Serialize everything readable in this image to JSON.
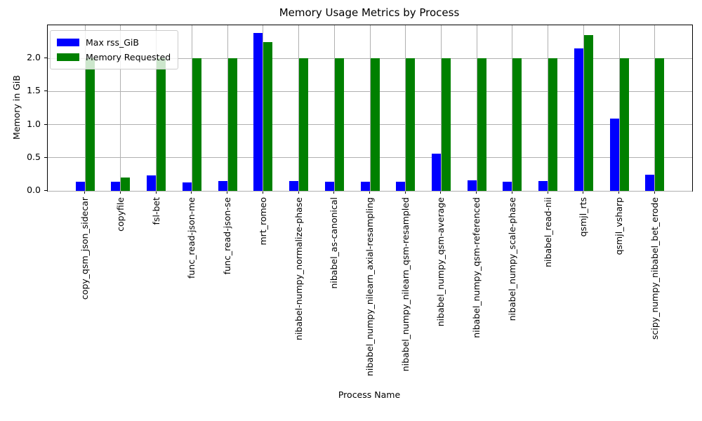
{
  "chart_data": {
    "type": "bar",
    "title": "Memory Usage Metrics by Process",
    "xlabel": "Process Name",
    "ylabel": "Memory in GiB",
    "ylim": [
      0,
      2.5
    ],
    "yticks": [
      0,
      0.5,
      1.0,
      1.5,
      2.0
    ],
    "grid": true,
    "legend_position": "upper-left",
    "grid_color": "#b0b0b0",
    "categories": [
      "copy_qsm_json_sidecar",
      "copyfile",
      "fsl-bet",
      "func_read-json-me",
      "func_read-json-se",
      "mrt_romeo",
      "nibabel-numpy_normalize-phase",
      "nibabel_as-canonical",
      "nibabel_numpy_nilearn_axial-resampling",
      "nibabel_numpy_nilearn_qsm-resampled",
      "nibabel_numpy_qsm-average",
      "nibabel_numpy_qsm-referenced",
      "nibabel_numpy_scale-phase",
      "nibabel_read-nii",
      "qsmjl_rts",
      "qsmjl_vsharp",
      "scipy_numpy_nibabel_bet_erode"
    ],
    "series": [
      {
        "name": "Max rss_GiB",
        "color": "#0000ff",
        "values": [
          0.14,
          0.14,
          0.23,
          0.13,
          0.15,
          2.38,
          0.15,
          0.14,
          0.14,
          0.14,
          0.56,
          0.16,
          0.14,
          0.15,
          2.15,
          1.09,
          0.24
        ]
      },
      {
        "name": "Memory Requested",
        "color": "#008000",
        "values": [
          2.0,
          0.2,
          2.0,
          2.0,
          2.0,
          2.25,
          2.0,
          2.0,
          2.0,
          2.0,
          2.0,
          2.0,
          2.0,
          2.0,
          2.35,
          2.0,
          2.0
        ]
      }
    ]
  }
}
